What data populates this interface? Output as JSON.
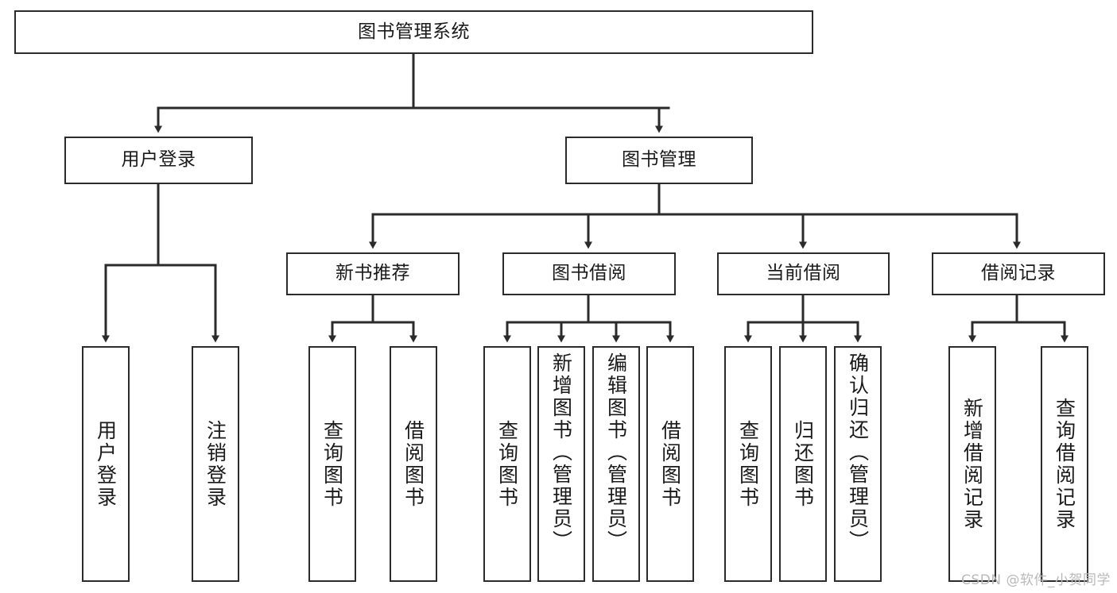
{
  "diagram": {
    "title": "图书管理系统",
    "type": "tree-hierarchy",
    "watermark": "CSDN @软件_小贺同学",
    "colors": {
      "background": "#ffffff",
      "node_border": "#2b2b2b",
      "node_fill": "#ffffff",
      "edge": "#2b2b2b",
      "text": "#1a1a1a",
      "watermark": "#b9b9b9"
    },
    "root": {
      "id": "root",
      "label": "图书管理系统",
      "orientation": "horizontal"
    },
    "level1": [
      {
        "id": "user-login",
        "label": "用户登录",
        "orientation": "horizontal"
      },
      {
        "id": "book-manage",
        "label": "图书管理",
        "orientation": "horizontal"
      }
    ],
    "level2": [
      {
        "id": "new-book-recommend",
        "label": "新书推荐",
        "orientation": "horizontal",
        "parent": "book-manage"
      },
      {
        "id": "book-borrow",
        "label": "图书借阅",
        "orientation": "horizontal",
        "parent": "book-manage"
      },
      {
        "id": "current-borrow",
        "label": "当前借阅",
        "orientation": "horizontal",
        "parent": "book-manage"
      },
      {
        "id": "borrow-record",
        "label": "借阅记录",
        "orientation": "horizontal",
        "parent": "book-manage"
      }
    ],
    "leaves": [
      {
        "id": "leaf-user-login",
        "label": "用户登录",
        "parent": "user-login",
        "orientation": "vertical"
      },
      {
        "id": "leaf-user-logout",
        "label": "注销登录",
        "parent": "user-login",
        "orientation": "vertical"
      },
      {
        "id": "leaf-query-book-1",
        "label": "查询图书",
        "parent": "new-book-recommend",
        "orientation": "vertical"
      },
      {
        "id": "leaf-borrow-book-1",
        "label": "借阅图书",
        "parent": "new-book-recommend",
        "orientation": "vertical"
      },
      {
        "id": "leaf-query-book-2",
        "label": "查询图书",
        "parent": "book-borrow",
        "orientation": "vertical"
      },
      {
        "id": "leaf-add-book",
        "label": "新增图书（管理员）",
        "parent": "book-borrow",
        "orientation": "vertical"
      },
      {
        "id": "leaf-edit-book",
        "label": "编辑图书（管理员）",
        "parent": "book-borrow",
        "orientation": "vertical"
      },
      {
        "id": "leaf-borrow-book-2",
        "label": "借阅图书",
        "parent": "book-borrow",
        "orientation": "vertical"
      },
      {
        "id": "leaf-query-book-3",
        "label": "查询图书",
        "parent": "current-borrow",
        "orientation": "vertical"
      },
      {
        "id": "leaf-return-book",
        "label": "归还图书",
        "parent": "current-borrow",
        "orientation": "vertical"
      },
      {
        "id": "leaf-confirm-return",
        "label": "确认归还（管理员）",
        "parent": "current-borrow",
        "orientation": "vertical"
      },
      {
        "id": "leaf-add-record",
        "label": "新增借阅记录",
        "parent": "borrow-record",
        "orientation": "vertical"
      },
      {
        "id": "leaf-query-record",
        "label": "查询借阅记录",
        "parent": "borrow-record",
        "orientation": "vertical"
      }
    ]
  }
}
